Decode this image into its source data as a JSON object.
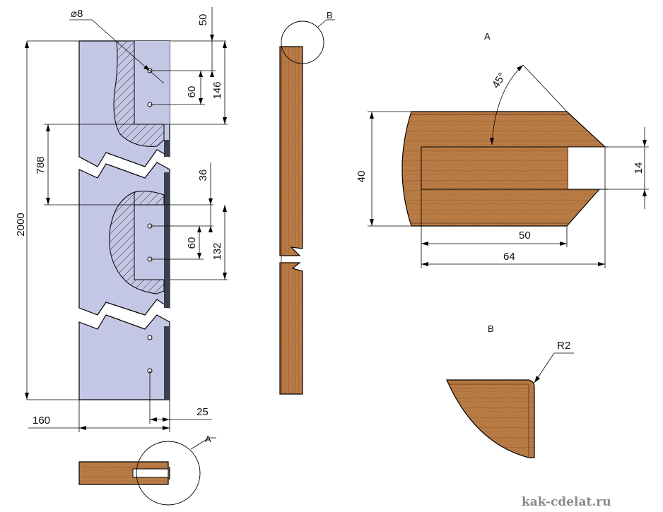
{
  "drawing": {
    "dimensions": {
      "hole_diameter": "⌀8",
      "top_offset": "50",
      "hole_spacing_top": "60",
      "slot_top_length": "146",
      "middle_spacing": "788",
      "total_length": "2000",
      "second_offset": "36",
      "hole_spacing_mid": "60",
      "slot_mid_length": "132",
      "width": "160",
      "edge_offset": "25"
    },
    "section_a": {
      "title": "A",
      "angle": "45°",
      "thickness": "40",
      "slot_width": "14",
      "slot_depth": "50",
      "overall_depth": "64"
    },
    "section_b": {
      "title": "B",
      "radius": "R2"
    },
    "callouts": {
      "callout_a": "A",
      "callout_b": "B"
    },
    "watermark": "kak-cdelat.ru",
    "colors": {
      "panel": "#c3c6e4",
      "wood": "#b87a45",
      "wood_dark": "#8f5a2e",
      "edge": "#3c3f4e"
    }
  }
}
